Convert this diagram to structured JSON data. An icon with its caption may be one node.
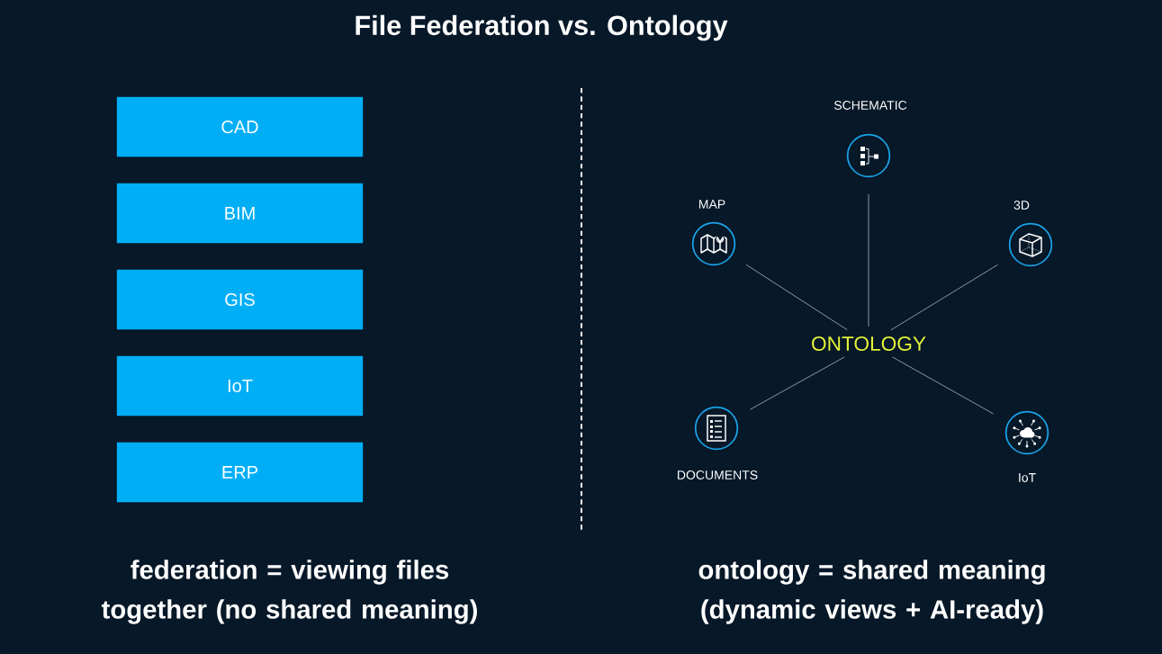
{
  "diagram": {
    "title": "File Federation vs. Ontology",
    "nodes": [
      {
        "text": [
          "CAD"
        ]
      },
      {
        "text": [
          "BIM"
        ]
      },
      {
        "text": [
          "GIS"
        ]
      },
      {
        "text": [
          "IoT"
        ]
      },
      {
        "text": [
          "ERP"
        ]
      },
      {
        "text": [
          "ONTOLOGY"
        ]
      },
      {
        "text": [],
        "shape": "circle",
        "beside": [
          "SCHEMATIC"
        ]
      },
      {
        "text": [],
        "shape": "circle",
        "beside": [
          "MAP"
        ]
      },
      {
        "text": [],
        "shape": "circle",
        "beside": [
          "3D"
        ]
      },
      {
        "text": [],
        "shape": "circle",
        "beside": [
          "DOCUMENTS"
        ]
      },
      {
        "text": [],
        "shape": "circle",
        "beside": [
          "IoT"
        ]
      }
    ],
    "edges": [
      {
        "from": 5,
        "to": 6,
        "arrow": "none"
      },
      {
        "from": 5,
        "to": 7,
        "arrow": "none"
      },
      {
        "from": 5,
        "to": 8,
        "arrow": "none"
      },
      {
        "from": 5,
        "to": 9,
        "arrow": "none"
      },
      {
        "from": 5,
        "to": 10,
        "arrow": "none"
      }
    ],
    "labels": [
      "federation = viewing files together (no shared meaning)",
      "ontology = shared meaning (dynamic views + AI-ready)"
    ]
  }
}
